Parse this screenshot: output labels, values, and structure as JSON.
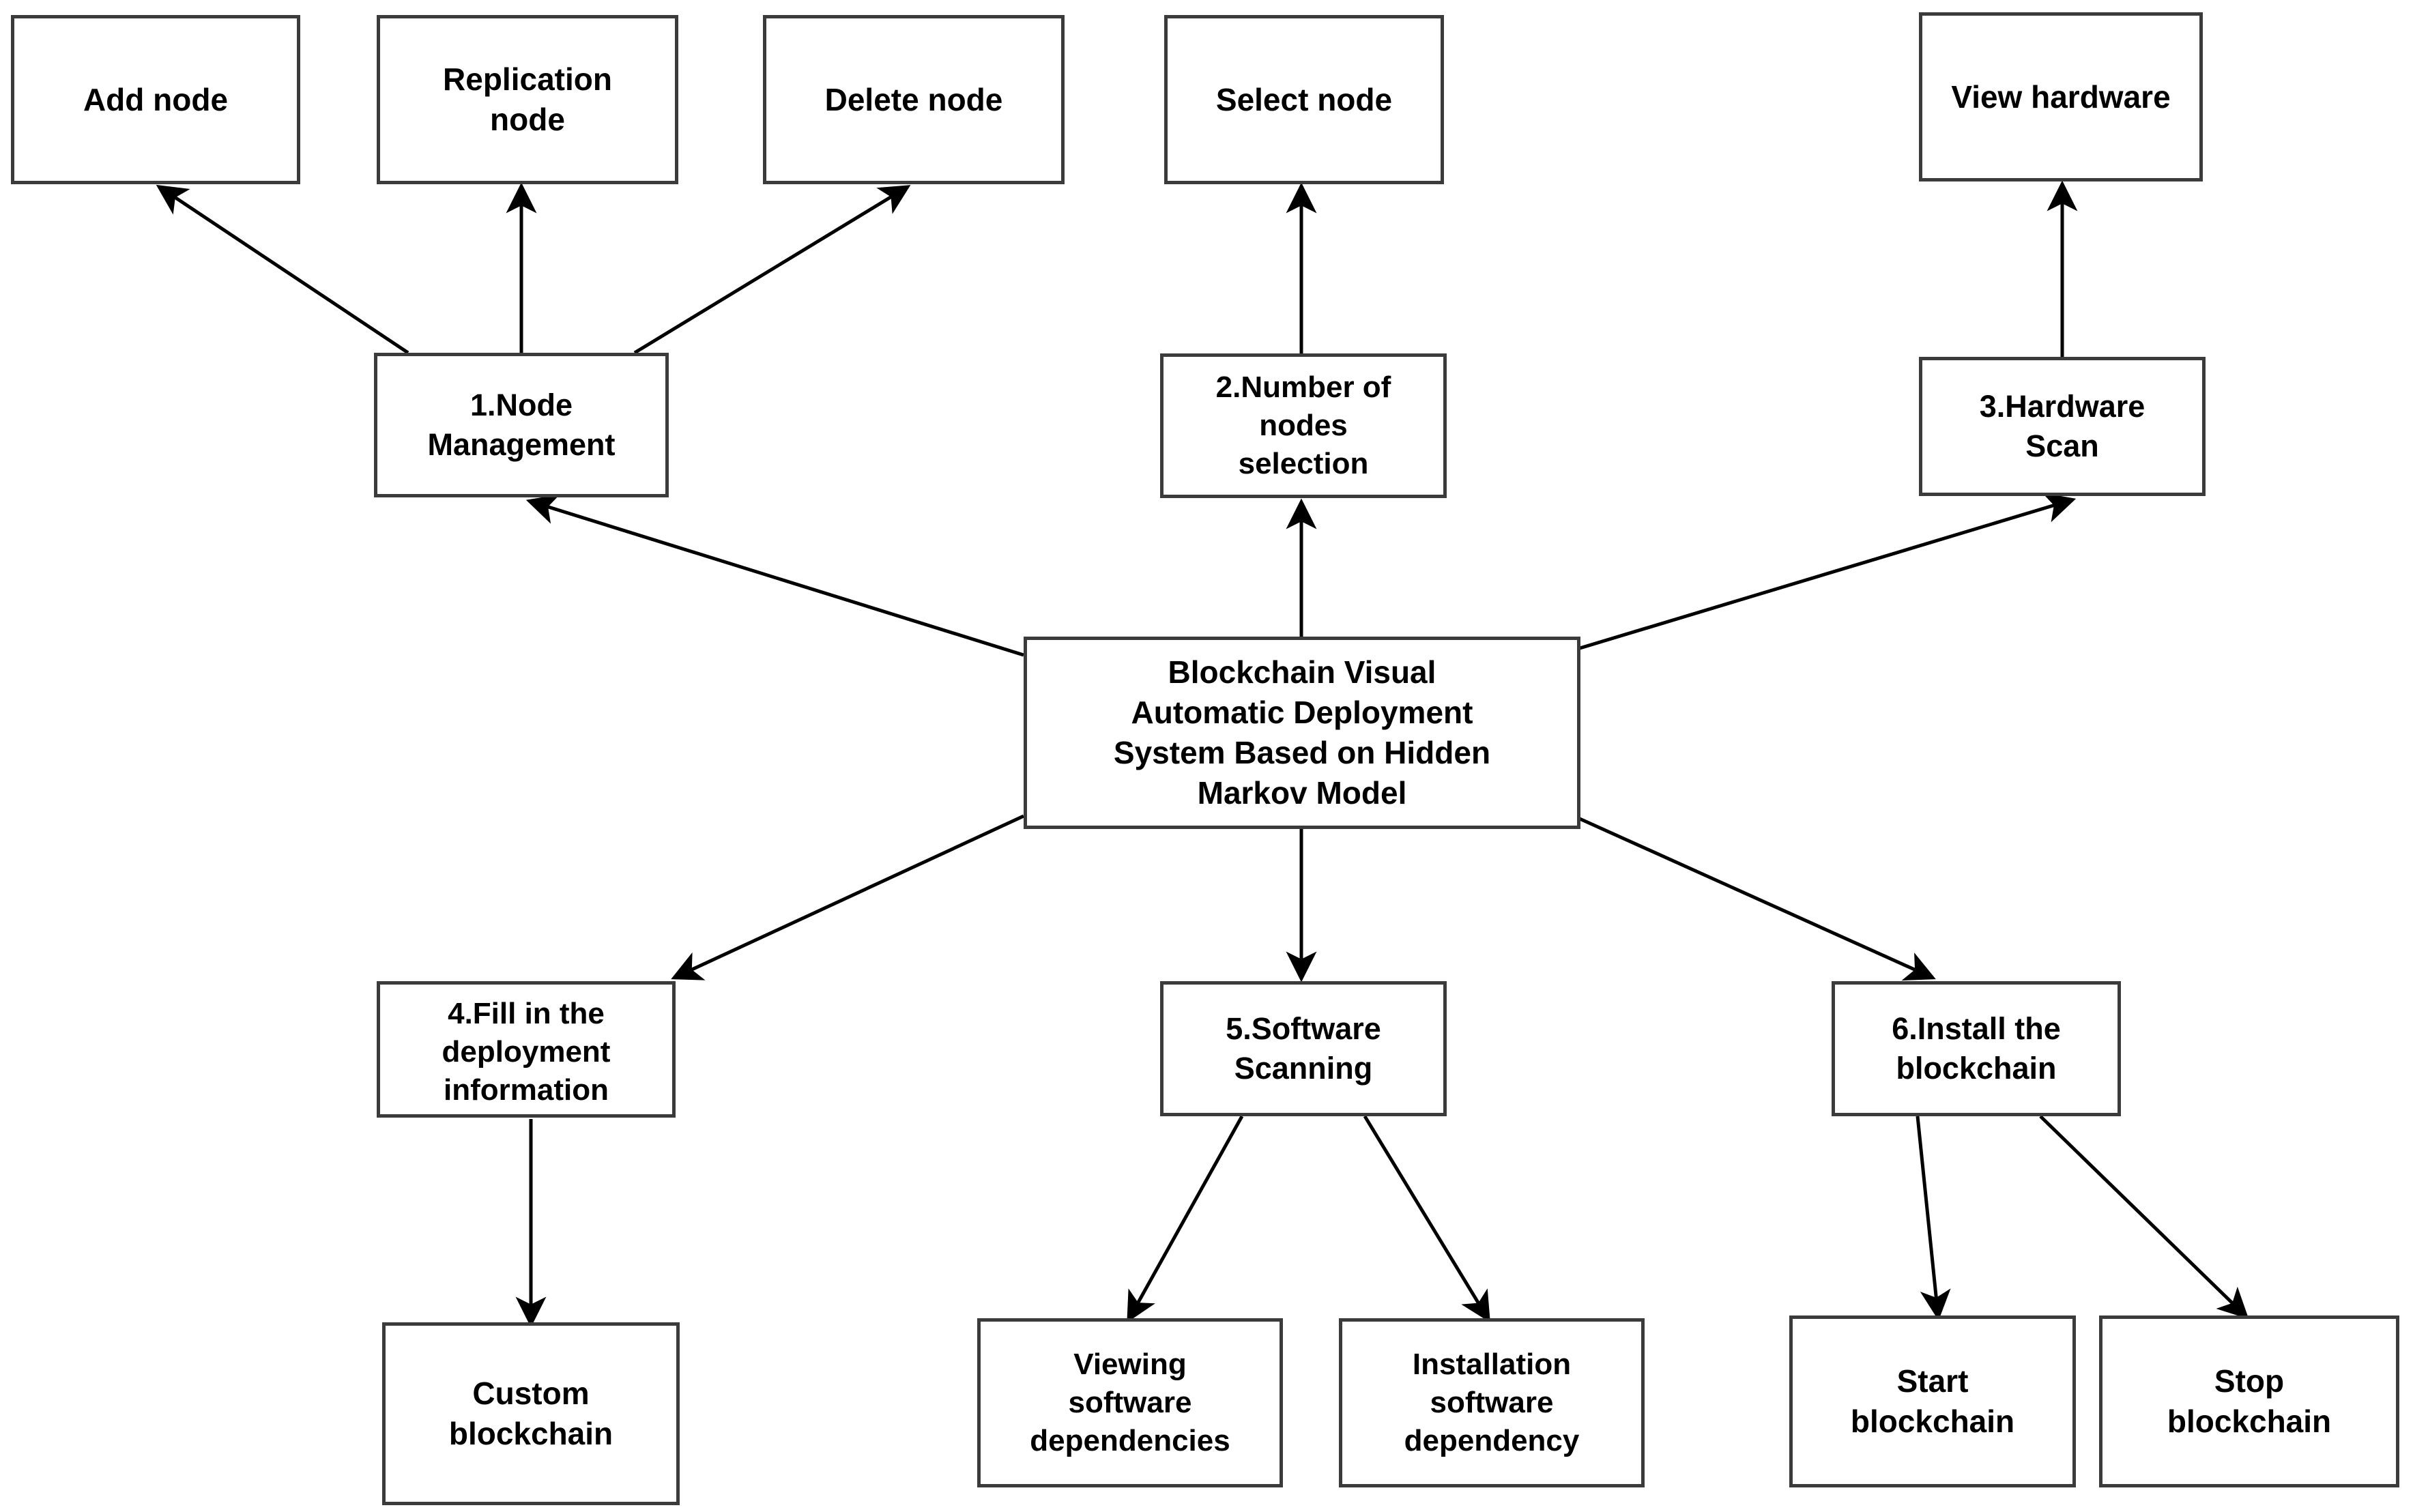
{
  "diagram": {
    "title": "Blockchain Visual Automatic Deployment System Based on Hidden Markov Model",
    "type": "hierarchical-block-diagram",
    "colors": {
      "box_border": "#3b3b3b",
      "box_fill": "#ffffff",
      "edge": "#000000",
      "text": "#000000",
      "background": "#ffffff"
    }
  },
  "nodes": {
    "center": {
      "label": "Blockchain Visual\nAutomatic Deployment\nSystem Based on Hidden\nMarkov Model"
    },
    "node_management": {
      "label": "1.Node\nManagement"
    },
    "nodes_selection": {
      "label": "2.Number of\nnodes\nselection"
    },
    "hardware_scan": {
      "label": "3.Hardware\nScan"
    },
    "deployment_info": {
      "label": "4.Fill in the\ndeployment\ninformation"
    },
    "software_scanning": {
      "label": "5.Software\nScanning"
    },
    "install_blockchain": {
      "label": "6.Install the\nblockchain"
    },
    "add_node": {
      "label": "Add node"
    },
    "replication_node": {
      "label": "Replication\nnode"
    },
    "delete_node": {
      "label": "Delete  node"
    },
    "select_node": {
      "label": "Select node"
    },
    "view_hardware": {
      "label": "View hardware"
    },
    "custom_blockchain": {
      "label": "Custom\nblockchain"
    },
    "viewing_software_dependencies": {
      "label": "Viewing\nsoftware\ndependencies"
    },
    "installation_software_dependency": {
      "label": "Installation\nsoftware\ndependency"
    },
    "start_blockchain": {
      "label": "Start\nblockchain"
    },
    "stop_blockchain": {
      "label": "Stop\nblockchain"
    }
  },
  "edges": [
    {
      "from": "center",
      "to": "node_management"
    },
    {
      "from": "center",
      "to": "nodes_selection"
    },
    {
      "from": "center",
      "to": "hardware_scan"
    },
    {
      "from": "center",
      "to": "deployment_info"
    },
    {
      "from": "center",
      "to": "software_scanning"
    },
    {
      "from": "center",
      "to": "install_blockchain"
    },
    {
      "from": "node_management",
      "to": "add_node"
    },
    {
      "from": "node_management",
      "to": "replication_node"
    },
    {
      "from": "node_management",
      "to": "delete_node"
    },
    {
      "from": "nodes_selection",
      "to": "select_node"
    },
    {
      "from": "hardware_scan",
      "to": "view_hardware"
    },
    {
      "from": "deployment_info",
      "to": "custom_blockchain"
    },
    {
      "from": "software_scanning",
      "to": "viewing_software_dependencies"
    },
    {
      "from": "software_scanning",
      "to": "installation_software_dependency"
    },
    {
      "from": "install_blockchain",
      "to": "start_blockchain"
    },
    {
      "from": "install_blockchain",
      "to": "stop_blockchain"
    }
  ]
}
